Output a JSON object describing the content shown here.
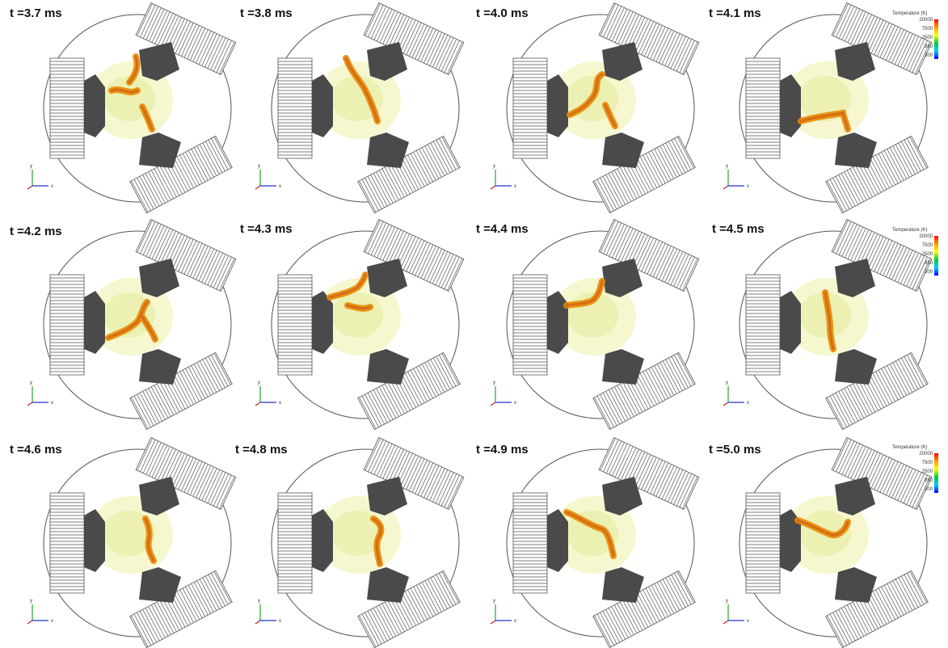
{
  "panels": [
    {
      "time": "t =3.7 ms"
    },
    {
      "time": "t =3.8 ms"
    },
    {
      "time": "t =4.0 ms"
    },
    {
      "time": "t =4.1 ms"
    },
    {
      "time": "t =4.2 ms"
    },
    {
      "time": "t =4.3 ms"
    },
    {
      "time": "t =4.4 ms"
    },
    {
      "time": "t =4.5 ms"
    },
    {
      "time": "t =4.6 ms"
    },
    {
      "time": "t =4.8 ms"
    },
    {
      "time": "t =4.9 ms"
    },
    {
      "time": "t =5.0 ms"
    }
  ],
  "legend": {
    "title": "Temperature (K)",
    "ticks": [
      "20000",
      "7500",
      "2500",
      "850",
      "300"
    ]
  },
  "axis_labels": {
    "y": "y",
    "x": "x"
  },
  "colors": {
    "electrode": "#4a4a4a",
    "arc_core": "#e88a00",
    "arc_hot": "#d0621a",
    "arc_glow": "#eef0a6",
    "outline": "#555555"
  }
}
